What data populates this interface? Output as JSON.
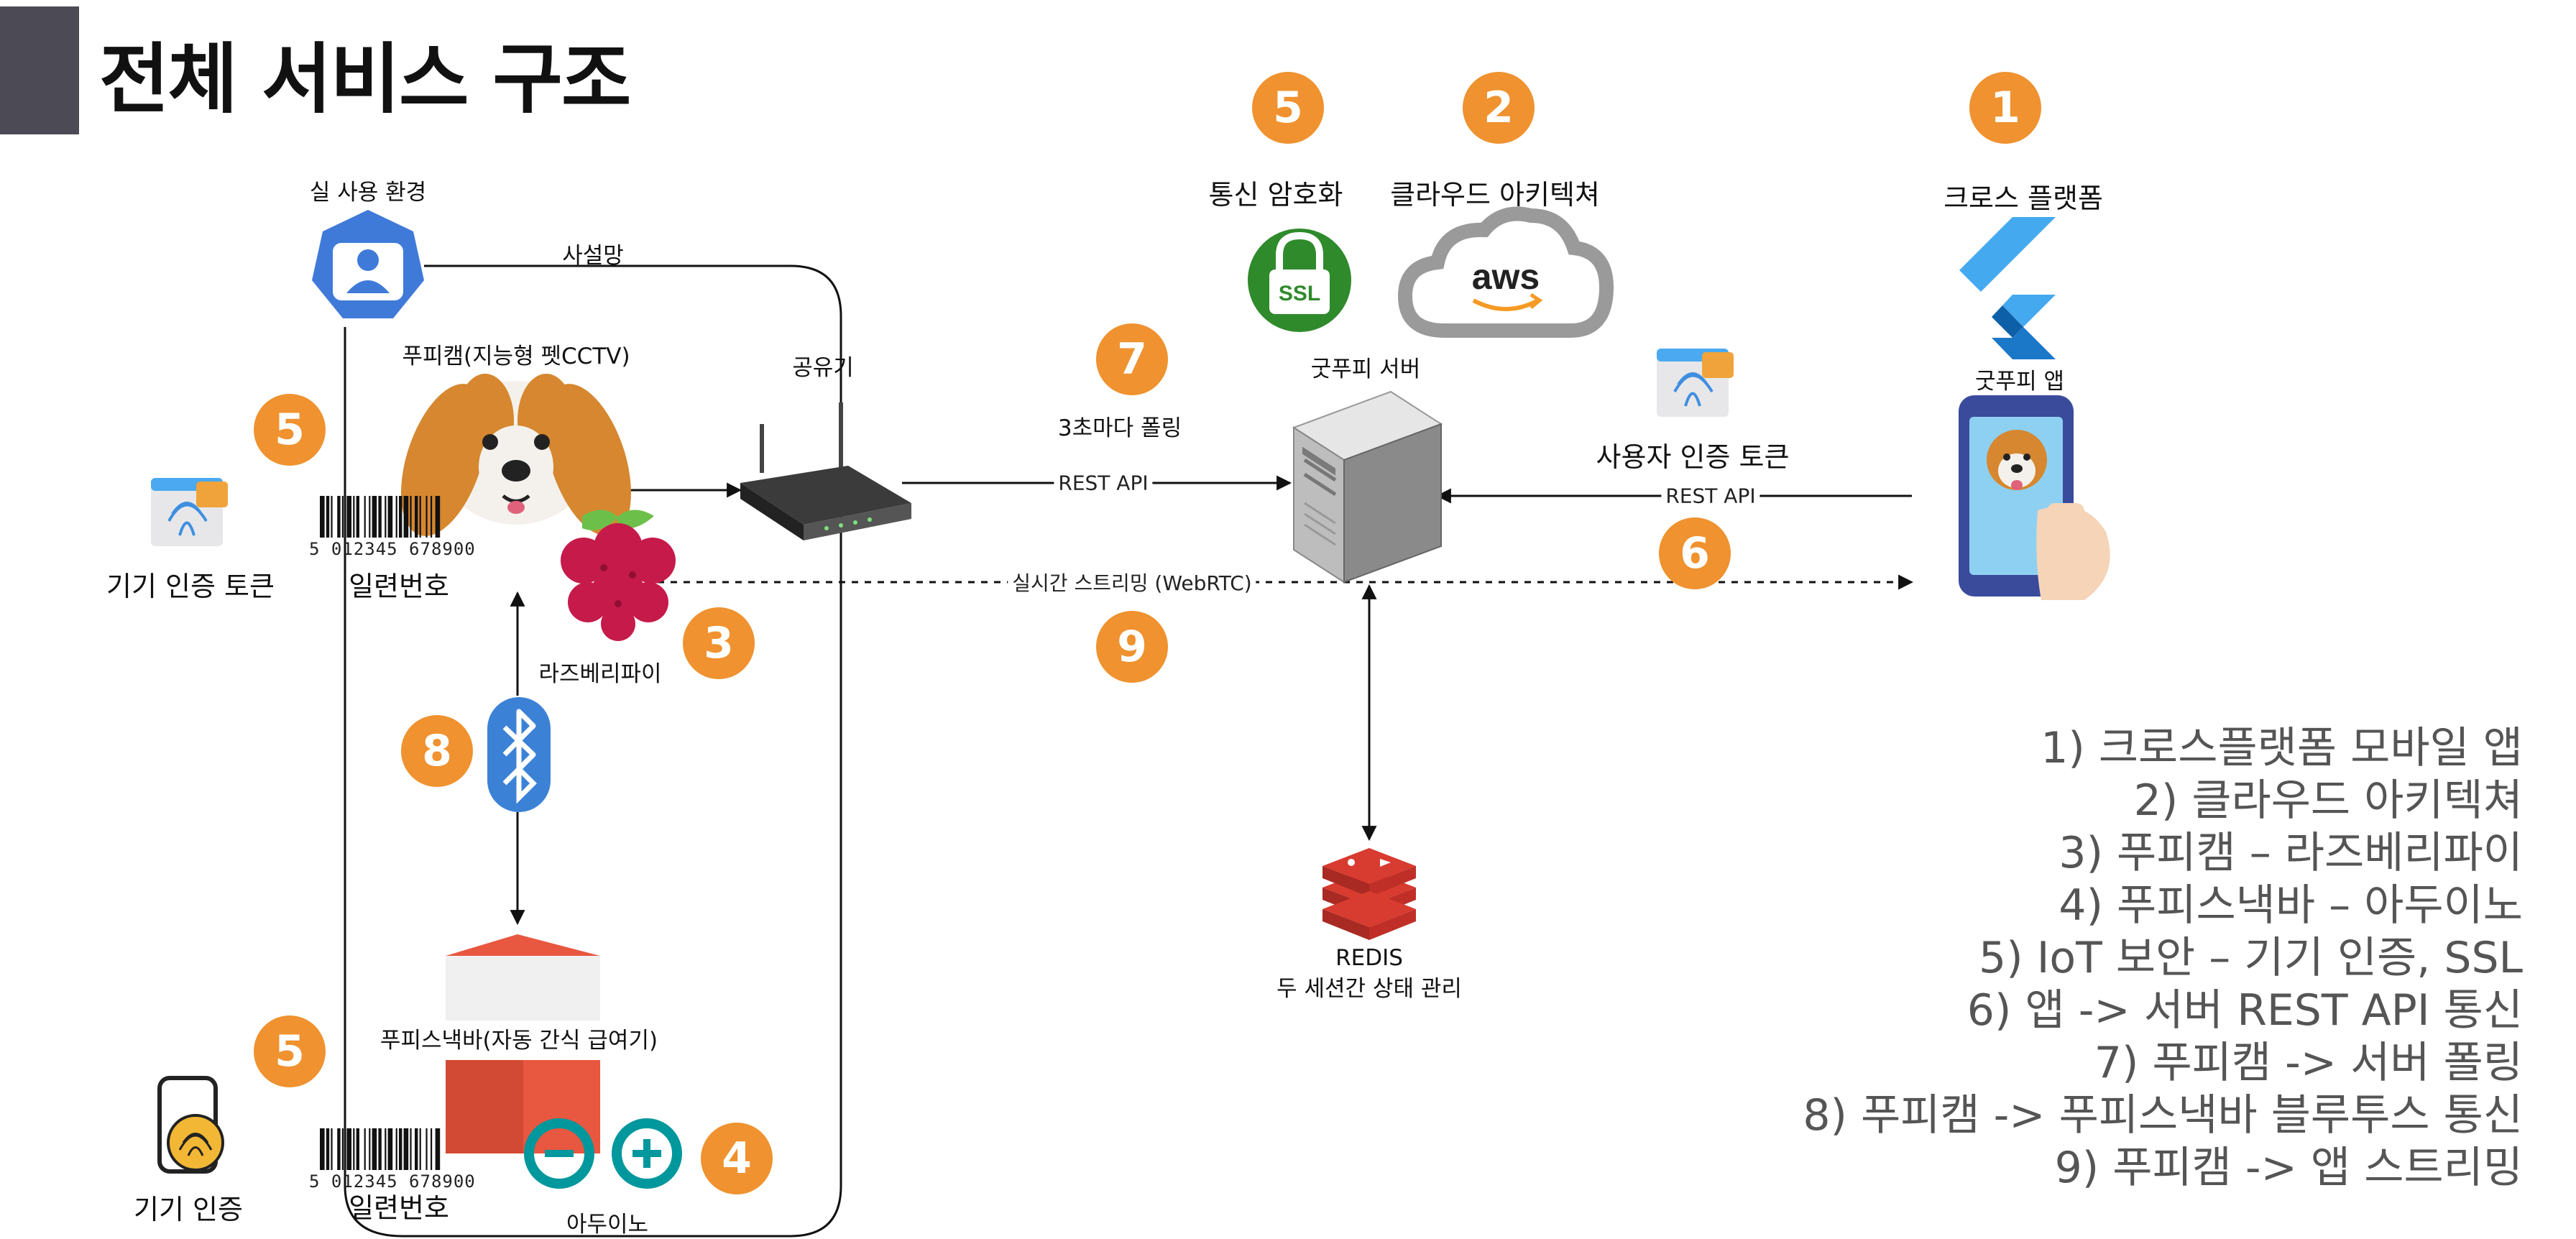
{
  "title": "전체 서비스 구조",
  "nodes": {
    "env": "실 사용 환경",
    "private_net": "사설망",
    "pupicam": "푸피캠(지능형 펫CCTV)",
    "router": "공유기",
    "raspberry": "라즈베리파이",
    "polling": "3초마다 폴링",
    "comm_enc": "통신 암호화",
    "cloud": "클라우드 아키텍쳐",
    "cross_platform": "크로스 플랫폼",
    "server": "굿푸피 서버",
    "app": "굿푸피 앱",
    "user_token": "사용자 인증 토큰",
    "device_token": "기기 인증 토큰",
    "serial_1": "일련번호",
    "serial_2": "일련번호",
    "barcode_1": "5 012345 678900",
    "barcode_2": "5 012345 678900",
    "snackbar": "푸피스낵바(자동 간식 급여기)",
    "arduino": "아두이노",
    "device_auth": "기기 인증",
    "redis_name": "REDIS",
    "redis_desc": "두 세션간 상태 관리",
    "ssl": "SSL",
    "aws": "aws"
  },
  "edges": {
    "rest_api_1": "REST API",
    "rest_api_2": "REST API",
    "streaming": "실시간 스트리밍 (WebRTC)"
  },
  "badges": {
    "b5_top": "5",
    "b2": "2",
    "b1": "1",
    "b7": "7",
    "b5_left": "5",
    "b6": "6",
    "b3": "3",
    "b9": "9",
    "b8": "8",
    "b5_bottom": "5",
    "b4": "4"
  },
  "legend": [
    "1)  크로스플랫폼 모바일 앱",
    "2)  클라우드 아키텍쳐",
    "3)  푸피캠  –  라즈베리파이",
    "4)  푸피스낵바  –  아두이노",
    "5)  IoT 보안  –  기기 인증, SSL",
    "6)  앱 -> 서버 REST API 통신",
    "7)  푸피캠 -> 서버 폴링",
    "8)  푸피캠 -> 푸피스낵바 블루투스 통신",
    "9)  푸피캠 -> 앱 스트리밍"
  ],
  "colors": {
    "badge": "#ef922f",
    "title_block": "#4b4a55",
    "ssl_green": "#2f8a2b",
    "bluetooth": "#3b82d6",
    "redis": "#c3312b",
    "raspberry": "#c51a4a",
    "arduino": "#00979d",
    "snackbar": "#e8573f",
    "flutter": "#45a9f0"
  }
}
